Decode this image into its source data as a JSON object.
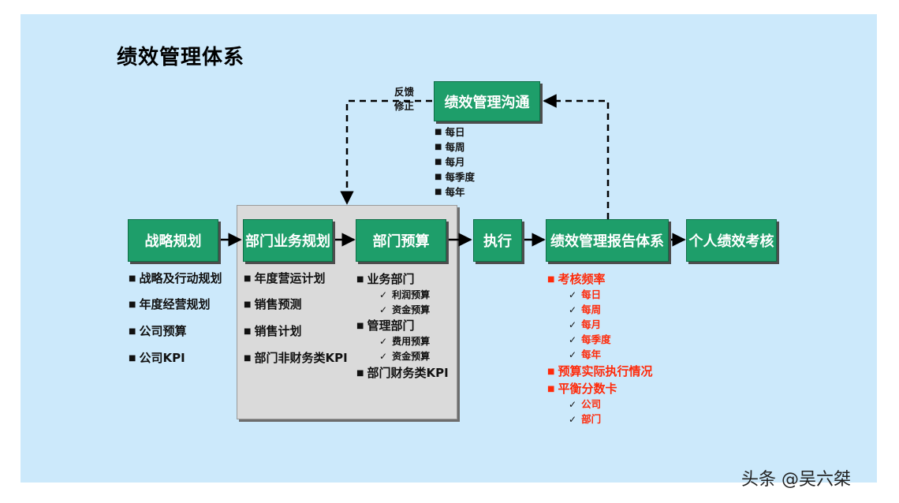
{
  "title": "绩效管理体系",
  "feedback": [
    "反馈",
    "修正"
  ],
  "boxes": {
    "communication": "绩效管理沟通",
    "strategy": "战略规划",
    "dept_plan": "部门业务规划",
    "dept_budget": "部门预算",
    "execute": "执行",
    "report": "绩效管理报告体系",
    "personal": "个人绩效考核"
  },
  "communication_items": [
    "每日",
    "每周",
    "每月",
    "每季度",
    "每年"
  ],
  "strategy_items": [
    "战略及行动规划",
    "年度经营规划",
    "公司预算",
    "公司KPI"
  ],
  "dept_plan_items": [
    "年度营运计划",
    "销售预测",
    "销售计划",
    "部门非财务类KPI"
  ],
  "dept_budget_items": {
    "business": "业务部门",
    "business_sub": [
      "利润预算",
      "资金预算"
    ],
    "management": "管理部门",
    "management_sub": [
      "费用预算",
      "资金预算"
    ],
    "kpi": "部门财务类KPI"
  },
  "report_items": {
    "frequency": "考核频率",
    "frequency_sub": [
      "每日",
      "每周",
      "每月",
      "每季度",
      "每年"
    ],
    "actual": "预算实际执行情况",
    "bsc": "平衡分数卡",
    "bsc_sub": [
      "公司",
      "部门"
    ]
  },
  "watermark": "头条 @吴六桀",
  "colors": {
    "background": "#cce9fb",
    "box": "#1e9e6a",
    "highlight": "#ff2a0a",
    "panel": "#dadada"
  }
}
